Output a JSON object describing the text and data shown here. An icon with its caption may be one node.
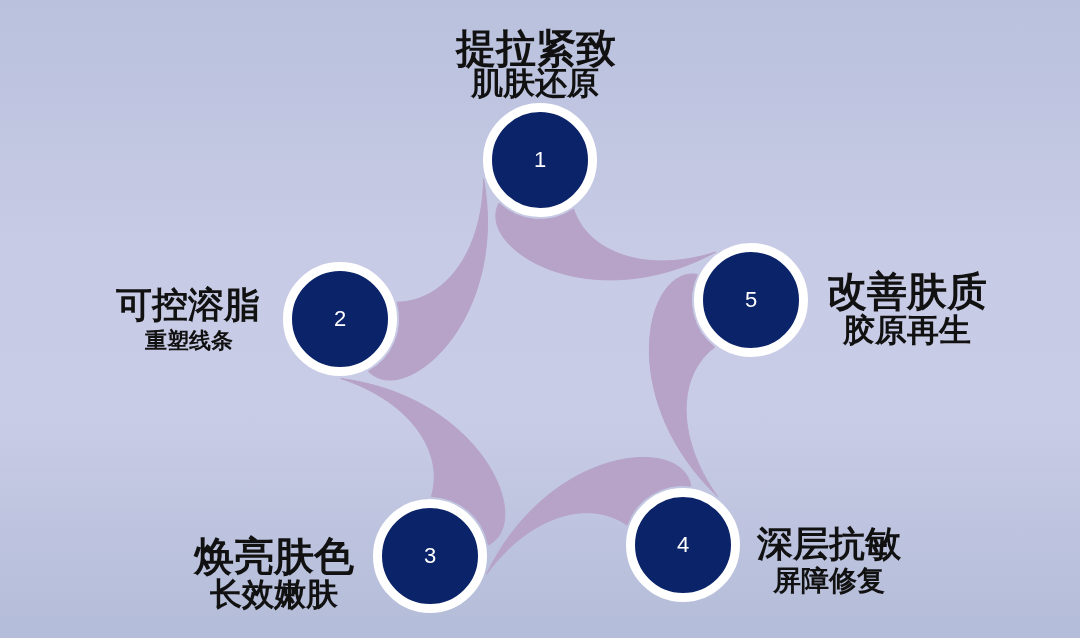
{
  "diagram": {
    "nodes": [
      {
        "text": [
          "1"
        ],
        "beside": [
          "提拉紧致",
          "肌肤还原"
        ]
      },
      {
        "text": [
          "2"
        ],
        "beside": [
          "可控溶脂",
          "重塑线条"
        ]
      },
      {
        "text": [
          "3"
        ],
        "beside": [
          "焕亮肤色",
          "长效嫩肤"
        ]
      },
      {
        "text": [
          "4"
        ],
        "beside": [
          "深层抗敏",
          "屏障修复"
        ]
      },
      {
        "text": [
          "5"
        ],
        "beside": [
          "改善肤质",
          "胶原再生"
        ]
      }
    ],
    "edges": [
      {
        "from": 0,
        "to": 4,
        "arrow": "none"
      },
      {
        "from": 1,
        "to": 0,
        "arrow": "none"
      },
      {
        "from": 2,
        "to": 1,
        "arrow": "none"
      },
      {
        "from": 3,
        "to": 2,
        "arrow": "none"
      },
      {
        "from": 4,
        "to": 3,
        "arrow": "none"
      }
    ]
  }
}
